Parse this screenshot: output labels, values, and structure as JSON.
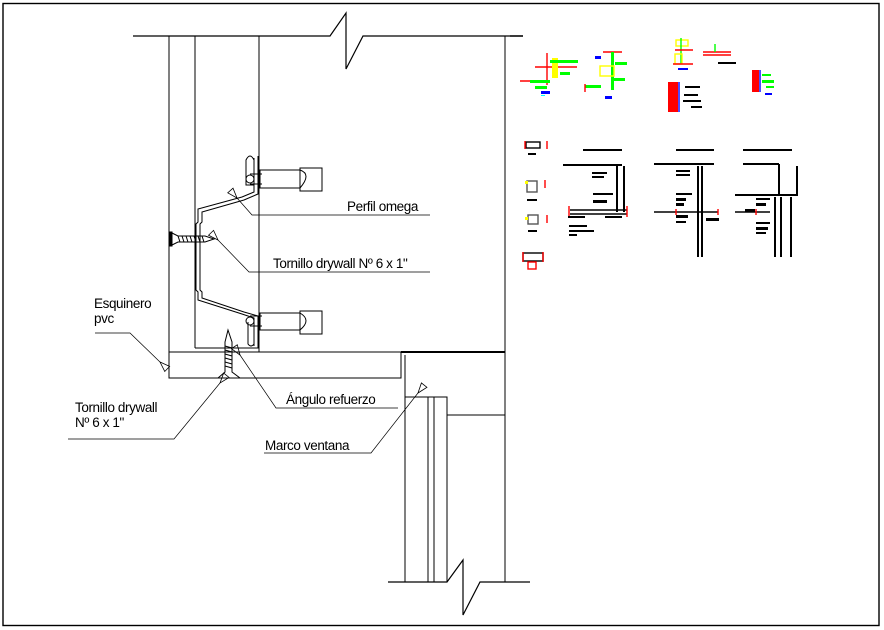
{
  "drawing": {
    "title": "Window frame drywall corner detail",
    "colors": {
      "line": "#000000",
      "background": "#ffffff",
      "thumb_red": "#ff0000",
      "thumb_green": "#00ff00",
      "thumb_yellow": "#ffff00",
      "thumb_blue": "#0000ff",
      "thumb_gray": "#808080"
    },
    "labels": {
      "perfil_omega": "Perfil omega",
      "tornillo_upper": "Tornillo drywall Nº 6 x 1\"",
      "esquinero_line1": "Esquinero",
      "esquinero_line2": "pvc",
      "tornillo_lower_line1": "Tornillo drywall",
      "tornillo_lower_line2": "Nº 6 x 1\"",
      "angulo_refuerzo": "Ángulo refuerzo",
      "marco_ventana": "Marco ventana"
    },
    "thumbnails": [
      {
        "name": "colored-detail-1",
        "style": "colored"
      },
      {
        "name": "colored-detail-2",
        "style": "colored"
      },
      {
        "name": "profile-list",
        "style": "mono"
      },
      {
        "name": "section-a",
        "style": "mono"
      },
      {
        "name": "section-b",
        "style": "mono"
      },
      {
        "name": "section-c",
        "style": "mono"
      }
    ]
  }
}
